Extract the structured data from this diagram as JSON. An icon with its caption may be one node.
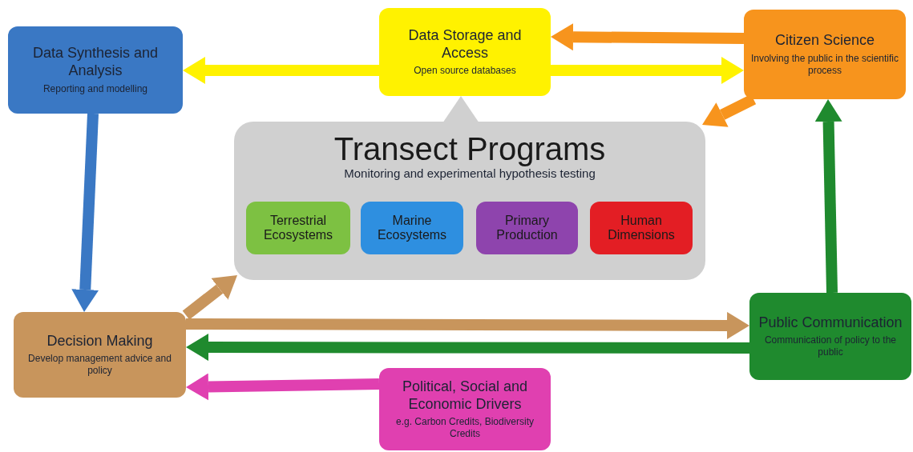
{
  "diagram": {
    "nodes": [
      {
        "text": [
          "Data Synthesis and Analysis",
          "Reporting and modelling"
        ]
      },
      {
        "text": [
          "Data Storage and Access",
          "Open source databases"
        ]
      },
      {
        "text": [
          "Citizen Science",
          "Involving the public in the scientific process"
        ]
      },
      {
        "text": [
          "Transect Programs",
          "Monitoring and experimental hypothesis testing"
        ]
      },
      {
        "text": [
          "Terrestrial Ecosystems"
        ],
        "in": 3
      },
      {
        "text": [
          "Marine Ecosystems"
        ],
        "in": 3
      },
      {
        "text": [
          "Primary Production"
        ],
        "in": 3
      },
      {
        "text": [
          "Human Dimensions"
        ],
        "in": 3
      },
      {
        "text": [
          "Decision Making",
          "Develop management advice and policy"
        ]
      },
      {
        "text": [
          "Public Communication",
          "Communication of policy to the public"
        ]
      },
      {
        "text": [
          "Political, Social and Economic Drivers",
          "e.g. Carbon Credits, Biodiversity Credits"
        ]
      }
    ],
    "edges": [
      {
        "from": 1,
        "to": 0,
        "arrow": "to",
        "color": "#fff200"
      },
      {
        "from": 1,
        "to": 2,
        "arrow": "to",
        "color": "#fff200"
      },
      {
        "from": 2,
        "to": 1,
        "arrow": "to",
        "color": "#f7941d"
      },
      {
        "from": 2,
        "to": 3,
        "arrow": "to",
        "color": "#f7941d"
      },
      {
        "from": 0,
        "to": 8,
        "arrow": "to",
        "color": "#3a78c4"
      },
      {
        "from": 8,
        "to": 3,
        "arrow": "to",
        "color": "#c8955c"
      },
      {
        "from": 8,
        "to": 9,
        "arrow": "to",
        "color": "#c8955c"
      },
      {
        "from": 9,
        "to": 8,
        "arrow": "to",
        "color": "#1f8a2e"
      },
      {
        "from": 9,
        "to": 2,
        "arrow": "to",
        "color": "#1f8a2e"
      },
      {
        "from": 10,
        "to": 8,
        "arrow": "to",
        "color": "#e040b0"
      }
    ]
  }
}
